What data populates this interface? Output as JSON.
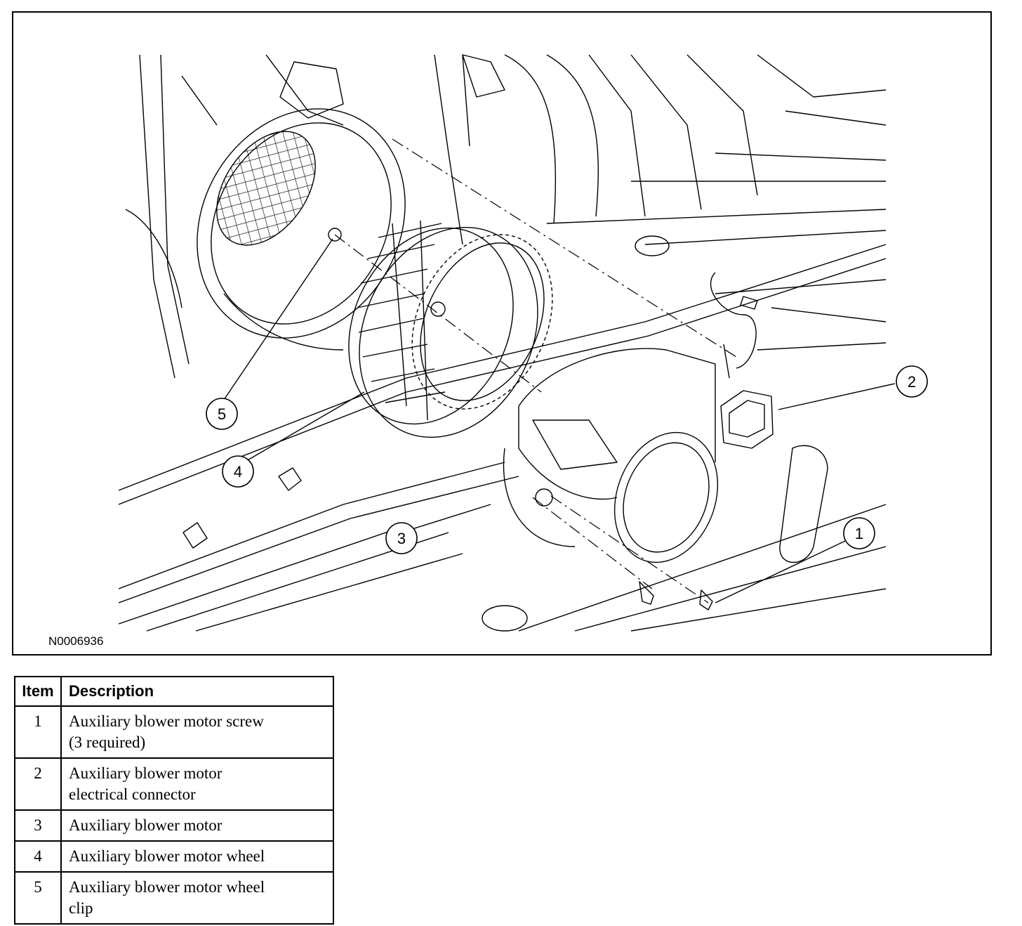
{
  "figure": {
    "id_label": "N0006936",
    "callouts": [
      "1",
      "2",
      "3",
      "4",
      "5"
    ]
  },
  "legend": {
    "headers": {
      "item": "Item",
      "description": "Description"
    },
    "rows": [
      {
        "item": "1",
        "line1": "Auxiliary blower motor screw",
        "line2": "(3 required)"
      },
      {
        "item": "2",
        "line1": "Auxiliary blower motor",
        "line2": "electrical connector"
      },
      {
        "item": "3",
        "line1": "Auxiliary blower motor",
        "line2": ""
      },
      {
        "item": "4",
        "line1": "Auxiliary blower motor wheel",
        "line2": ""
      },
      {
        "item": "5",
        "line1": "Auxiliary blower motor wheel",
        "line2": "clip"
      }
    ]
  }
}
